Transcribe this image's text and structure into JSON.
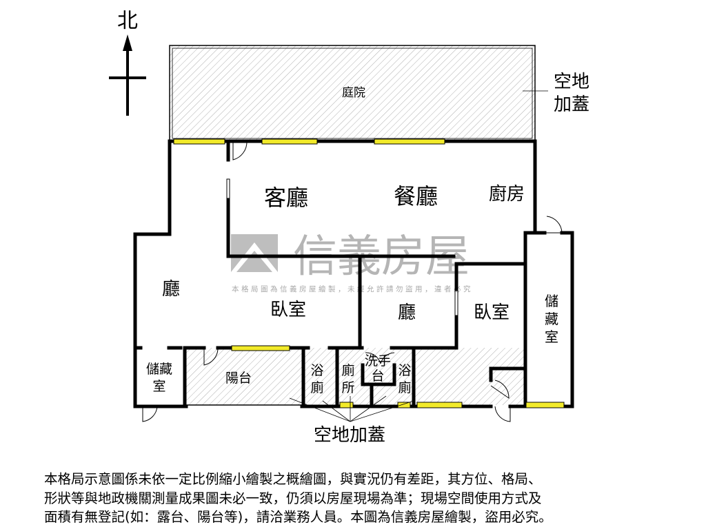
{
  "compass": {
    "north": "北"
  },
  "rooms": {
    "courtyard": "庭院",
    "courtyard_note": [
      "空地",
      "加蓋"
    ],
    "living": "客廳",
    "dining": "餐廳",
    "kitchen": "廚房",
    "hall_left": "廳",
    "bedroom_1": "臥室",
    "hall_center": "廳",
    "bedroom_2": "臥室",
    "storage_right": [
      "儲",
      "藏",
      "室"
    ],
    "storage_left": [
      "儲藏",
      "室"
    ],
    "balcony": "陽台",
    "bath_1": [
      "浴",
      "廁"
    ],
    "toilet": [
      "廁",
      "所"
    ],
    "washbasin": [
      "洗手",
      "台"
    ],
    "bath_2": [
      "浴",
      "廁"
    ],
    "bottom_note": "空地加蓋"
  },
  "watermark": {
    "brand": "信義房屋",
    "notice": "本格局圖為信義房屋繪製，未經允許請勿盜用，違者必究"
  },
  "disclaimer": [
    "本格局示意圖係未依一定比例縮小繪製之概繪圖，與實況仍有差距，其方位、格局、",
    "形狀等與地政機關測量成果圖未必一致，仍須以房屋現場為準；現場空間使用方式及",
    "面積有無登記(如：露台、陽台等)，請洽業務人員。本圖為信義房屋繪製，盜用必究。"
  ],
  "colors": {
    "window": "#f2ea2a",
    "wall": "#000000",
    "watermark": "#a9a9a9",
    "hatch": "#9a9a9a"
  }
}
